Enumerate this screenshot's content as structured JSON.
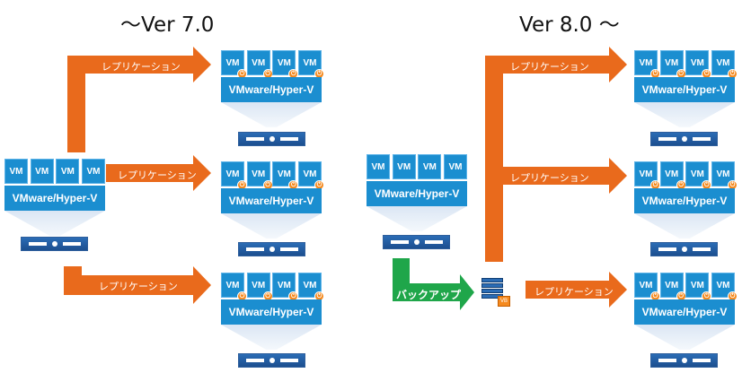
{
  "titles": {
    "left": "～Ver 7.0",
    "right": "Ver 8.0 ～"
  },
  "vm_label": "VM",
  "hypervisor_label": "VMware/Hyper-V",
  "power_symbol": "⏻",
  "repo_label": "VB",
  "arrows": {
    "replication_label": "レプリケーション",
    "backup_label": "バックアップ"
  },
  "colors": {
    "vm_blue": "#1b8ed0",
    "arrow_orange": "#e96a1c",
    "arrow_green": "#1fa64a",
    "server_blue": "#1c4f8f",
    "power_orange": "#f58a1f"
  }
}
